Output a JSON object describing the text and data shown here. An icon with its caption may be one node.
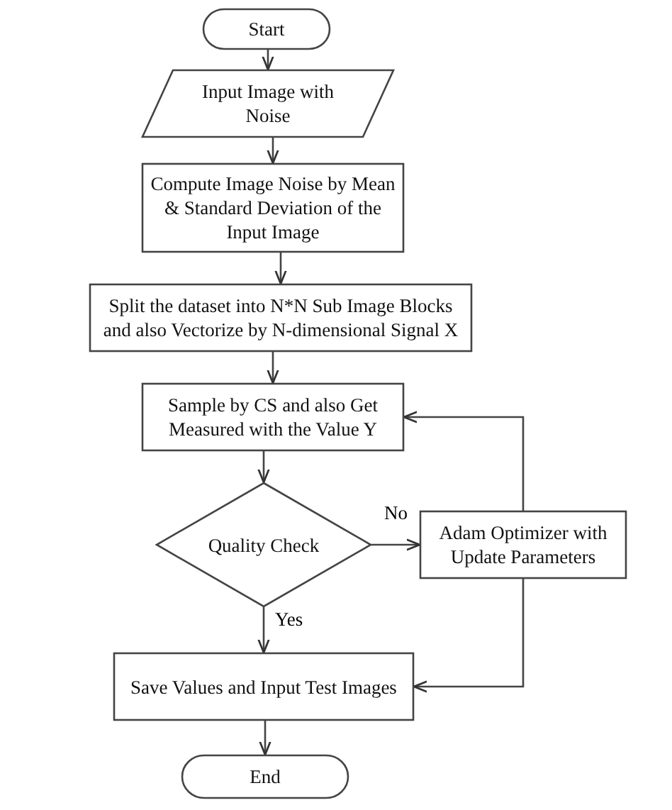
{
  "diagram": {
    "nodes": [
      {
        "text": [
          "Start"
        ]
      },
      {
        "text": [
          "Input Image with Noise"
        ]
      },
      {
        "text": [
          "Compute Image Noise by Mean & Standard Deviation of the Input Image"
        ]
      },
      {
        "text": [
          "Split the dataset into N*N Sub Image Blocks and also Vectorize by N-dimensional Signal X"
        ]
      },
      {
        "text": [
          "Sample by CS and also Get Measured with the Value Y"
        ]
      },
      {
        "text": [
          "Quality Check"
        ]
      },
      {
        "text": [
          "Adam Optimizer with Update Parameters"
        ]
      },
      {
        "text": [
          "Save Values and Input Test Images"
        ]
      },
      {
        "text": [
          "End"
        ]
      }
    ],
    "edges": [
      {
        "from": 0,
        "to": 1,
        "arrow": "to"
      },
      {
        "from": 1,
        "to": 2,
        "arrow": "to"
      },
      {
        "from": 2,
        "to": 3,
        "arrow": "to"
      },
      {
        "from": 3,
        "to": 4,
        "arrow": "to"
      },
      {
        "from": 4,
        "to": 5,
        "arrow": "to"
      },
      {
        "from": 5,
        "to": 6,
        "arrow": "to",
        "label": "No"
      },
      {
        "from": 6,
        "to": 4,
        "arrow": "to"
      },
      {
        "from": 6,
        "to": 7,
        "arrow": "to"
      },
      {
        "from": 5,
        "to": 7,
        "arrow": "to",
        "label": "Yes"
      },
      {
        "from": 7,
        "to": 8,
        "arrow": "to"
      }
    ]
  }
}
